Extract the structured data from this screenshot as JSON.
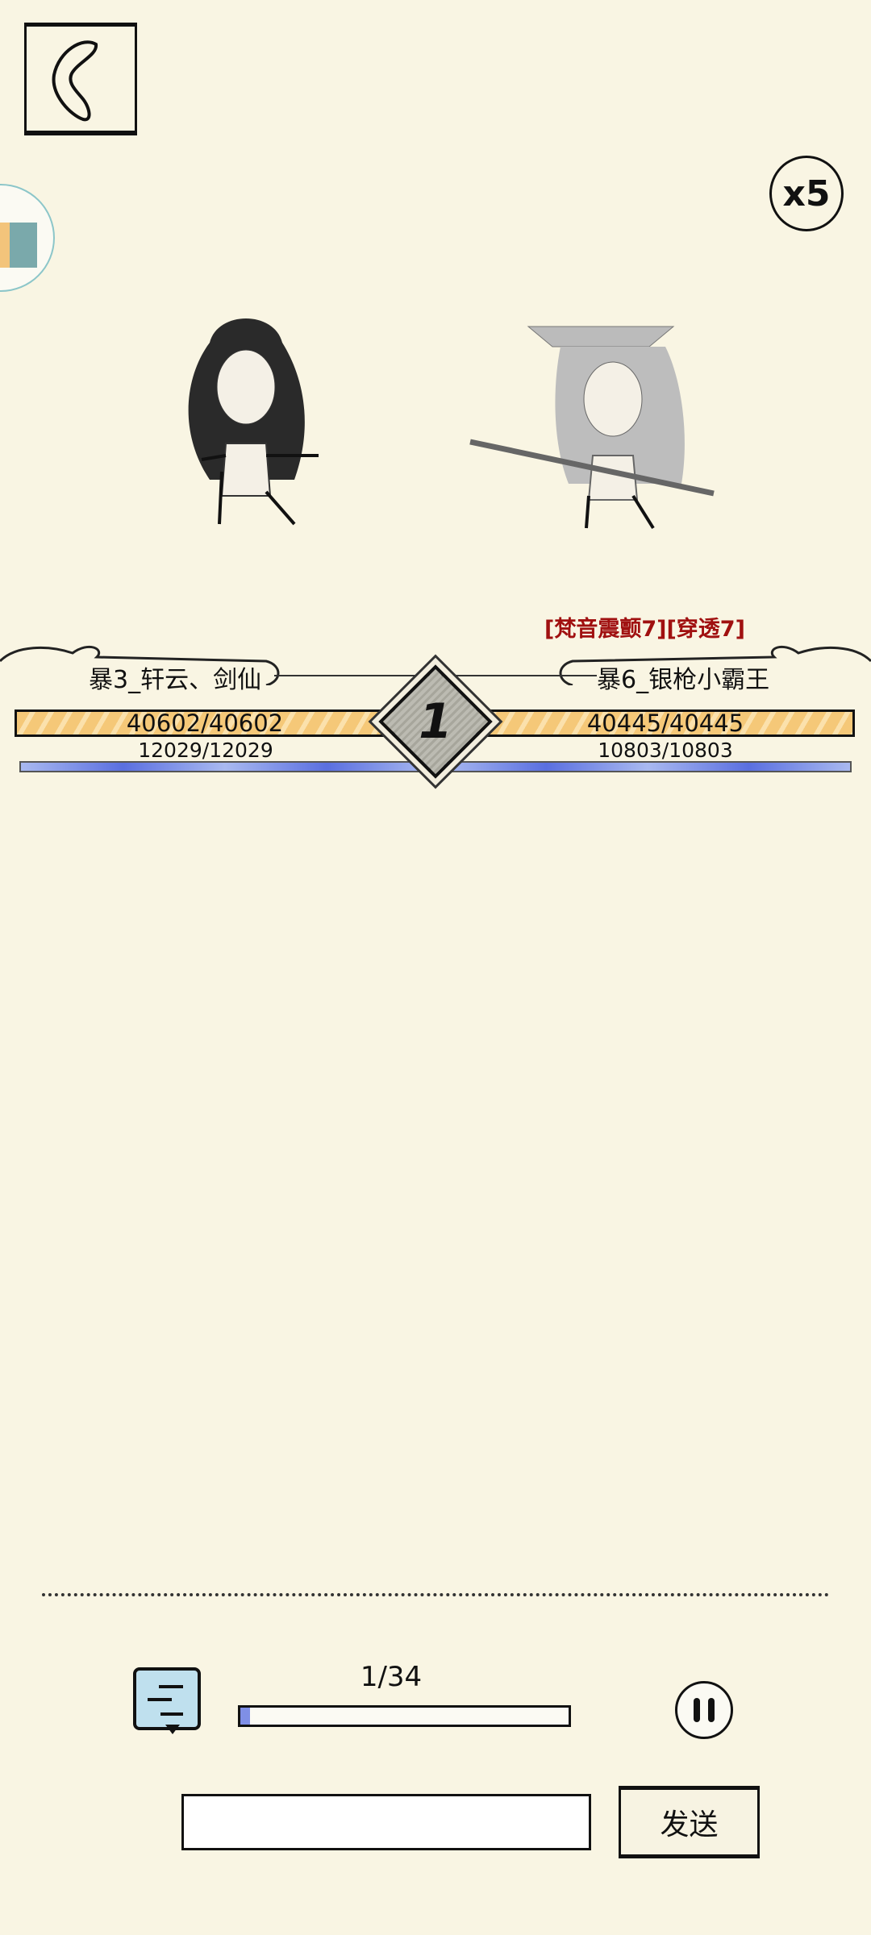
{
  "header": {
    "speed_label": "x5"
  },
  "battle": {
    "round": "1",
    "skill_tags": "[梵音震颤7][穿透7]",
    "left": {
      "name": "暴3_轩云、剑仙",
      "hp": "40602/40602",
      "mp": "12029/12029",
      "hp_fraction": 1.0,
      "mp_fraction": 1.0
    },
    "right": {
      "name": "暴6_银枪小霸王",
      "hp": "40445/40445",
      "mp": "10803/10803",
      "hp_fraction": 1.0,
      "mp_fraction": 1.0
    }
  },
  "playback": {
    "page": "1/34",
    "progress": 0.03
  },
  "chat": {
    "input_value": "",
    "send_label": "发送"
  },
  "colors": {
    "background": "#f9f5e3",
    "hp": "#f5c878",
    "mp": "#5a6fe0",
    "skill": "#a01010"
  }
}
